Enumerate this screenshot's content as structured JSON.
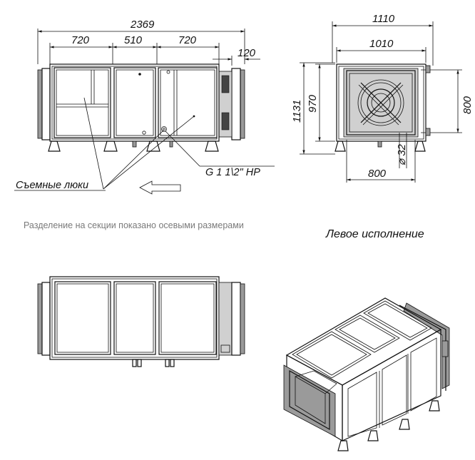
{
  "front_view": {
    "dim_overall": "2369",
    "dim_section_1": "720",
    "dim_section_2": "510",
    "dim_section_3": "720",
    "dim_outlet": "120",
    "callout_thread": "G 1 1\\2\" НР",
    "callout_hatches": "Съемные люки"
  },
  "side_view": {
    "dim_width_outer": "1110",
    "dim_width_inner": "1010",
    "dim_height_total": "1131",
    "dim_height_body": "970",
    "dim_flange_height": "800",
    "dim_flange_width": "800",
    "dim_drain": "⌀ 32"
  },
  "note": "Разделение на секции показано осевыми размерами",
  "title": "Левое исполнение"
}
